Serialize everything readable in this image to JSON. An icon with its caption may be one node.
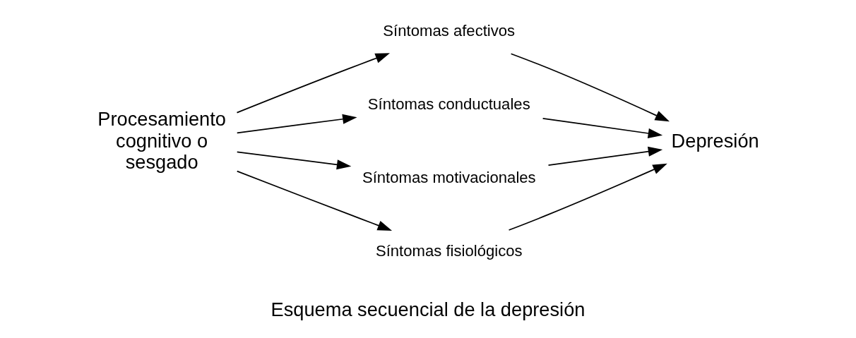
{
  "diagram": {
    "caption": "Esquema secuencial de la depresión",
    "nodes": [
      {
        "text": [
          "Procesamiento cognitivo o sesgado"
        ]
      },
      {
        "text": [
          "Síntomas afectivos"
        ]
      },
      {
        "text": [
          "Síntomas conductuales"
        ]
      },
      {
        "text": [
          "Síntomas motivacionales"
        ]
      },
      {
        "text": [
          "Síntomas fisiológicos"
        ]
      },
      {
        "text": [
          "Depresión"
        ]
      }
    ],
    "edges": [
      {
        "from": 0,
        "to": 1,
        "arrow": "to"
      },
      {
        "from": 0,
        "to": 2,
        "arrow": "to"
      },
      {
        "from": 0,
        "to": 3,
        "arrow": "to"
      },
      {
        "from": 0,
        "to": 4,
        "arrow": "to"
      },
      {
        "from": 1,
        "to": 5,
        "arrow": "to"
      },
      {
        "from": 2,
        "to": 5,
        "arrow": "to"
      },
      {
        "from": 3,
        "to": 5,
        "arrow": "to"
      },
      {
        "from": 4,
        "to": 5,
        "arrow": "to"
      }
    ]
  }
}
